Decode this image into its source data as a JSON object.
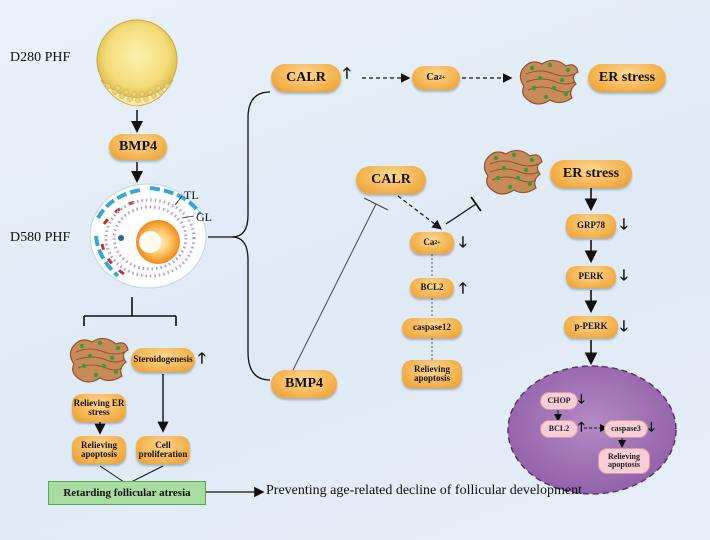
{
  "labels": {
    "d280": "D280 PHF",
    "d580": "D580 PHF",
    "tl": "TL",
    "gl": "GL"
  },
  "top": {
    "bmp4": "BMP4",
    "calr": "CALR",
    "ca": "Ca",
    "ca_sup": "2+",
    "er_stress": "ER stress"
  },
  "middle": {
    "calr": "CALR",
    "bmp4": "BMP4",
    "ca": "Ca",
    "ca_sup": "2+",
    "bcl2": "BCL2",
    "caspase12": "caspase12",
    "relieving_apoptosis": "Relieving apoptosis"
  },
  "right": {
    "er_stress": "ER stress",
    "grp78": "GRP78",
    "perk": "PERK",
    "p_perk": "p-PERK",
    "chop": "CHOP",
    "bcl2": "BCL2",
    "caspase3": "caspase3",
    "relieving_apoptosis": "Relieving apoptosis"
  },
  "bottom_left": {
    "steroidogenesis": "Steroidogenesis",
    "relieving_er_stress": "Relieving ER stress",
    "relieving_apoptosis": "Relieving apoptosis",
    "cell_proliferation": "Cell proliferation",
    "retarding": "Retarding follicular atresia",
    "preventing": "Preventing age-related decline of follicular development"
  },
  "arrows": {
    "up": "🡑",
    "down": "🡓"
  }
}
